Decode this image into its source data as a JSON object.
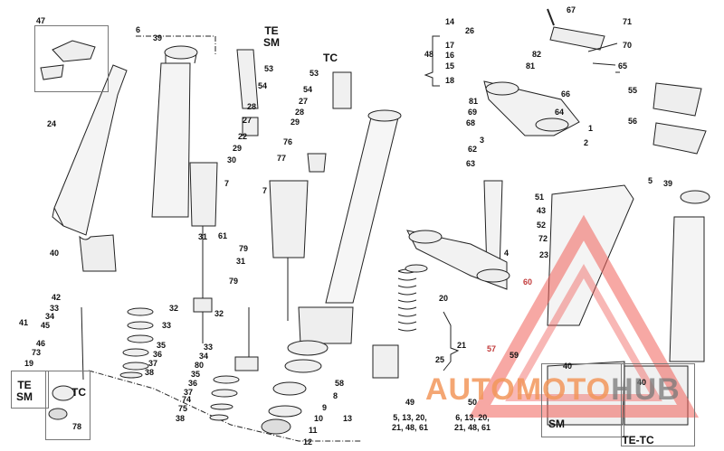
{
  "diagram": {
    "variant_headers": {
      "te_sm_top": "TE\nSM",
      "tc_top": "TC",
      "te_sm_bottom": "TE\nSM",
      "tc_bottom": "TC",
      "sm_bottom": "SM",
      "te_tc_bottom": "TE-TC"
    },
    "callouts": {
      "c1": "1",
      "c2": "2",
      "c3": "3",
      "c4": "4",
      "c5": "5",
      "c6": "6",
      "c7a": "7",
      "c7b": "7",
      "c8": "8",
      "c9": "9",
      "c10": "10",
      "c11": "11",
      "c12": "12",
      "c13": "13",
      "c14": "14",
      "c15": "15",
      "c16": "16",
      "c17": "17",
      "c18": "18",
      "c19": "19",
      "c20": "20",
      "c21": "21",
      "c22": "22",
      "c23": "23",
      "c24": "24",
      "c25": "25",
      "c26": "26",
      "c27a": "27",
      "c27b": "27",
      "c28a": "28",
      "c28b": "28",
      "c29a": "29",
      "c29b": "29",
      "c30": "30",
      "c31a": "31",
      "c31b": "31",
      "c32a": "32",
      "c32b": "32",
      "c33a": "33",
      "c33b": "33",
      "c33c": "33",
      "c34a": "34",
      "c34b": "34",
      "c35a": "35",
      "c35b": "35",
      "c36a": "36",
      "c36b": "36",
      "c37a": "37",
      "c37b": "37",
      "c38a": "38",
      "c38b": "38",
      "c39a": "39",
      "c39b": "39",
      "c40a": "40",
      "c40b": "40",
      "c40c": "40",
      "c41": "41",
      "c42": "42",
      "c43": "43",
      "c45": "45",
      "c46": "46",
      "c47": "47",
      "c48": "48",
      "c51": "51",
      "c52": "52",
      "c53a": "53",
      "c53b": "53",
      "c54a": "54",
      "c54b": "54",
      "c55": "55",
      "c56": "56",
      "c57": "57",
      "c58": "58",
      "c59": "59",
      "c60": "60",
      "c61": "61",
      "c62": "62",
      "c63": "63",
      "c64": "64",
      "c65": "65",
      "c66": "66",
      "c67": "67",
      "c68": "68",
      "c69": "69",
      "c70": "70",
      "c71": "71",
      "c72": "72",
      "c73": "73",
      "c74": "74",
      "c75": "75",
      "c76": "76",
      "c77": "77",
      "c78": "78",
      "c79a": "79",
      "c79b": "79",
      "c80": "80",
      "c81a": "81",
      "c81b": "81",
      "c82": "82"
    },
    "kits": [
      {
        "number": "49",
        "contents": "5, 13, 20,\n21, 48, 61"
      },
      {
        "number": "50",
        "contents": "6, 13, 20,\n21, 48, 61"
      }
    ]
  },
  "watermark": {
    "text_part1": "AUTOMOTO",
    "text_part2": "HUB",
    "color": "#f0605a",
    "logo": "triangle-logo"
  }
}
